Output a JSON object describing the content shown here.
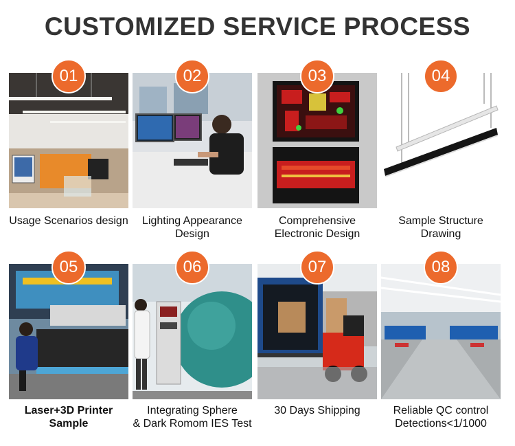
{
  "title": "CUSTOMIZED SERVICE PROCESS",
  "steps": [
    {
      "number": "01",
      "caption_lines": [
        "Usage Scenarios design"
      ],
      "image": "office-interior-with-linear-lights",
      "caption_bold": false
    },
    {
      "number": "02",
      "caption_lines": [
        "Lighting Appearance",
        "Design"
      ],
      "image": "designer-at-computer-workstation",
      "caption_bold": false
    },
    {
      "number": "03",
      "caption_lines": [
        "Comprehensive",
        "Electronic Design"
      ],
      "image": "pcb-circuit-layout",
      "caption_bold": false
    },
    {
      "number": "04",
      "caption_lines": [
        "Sample Structure",
        "Drawing"
      ],
      "image": "suspended-linear-light-samples",
      "caption_bold": false
    },
    {
      "number": "05",
      "caption_lines": [
        "Laser+3D Printer",
        "Sample"
      ],
      "image": "laser-cutting-machine",
      "caption_bold": true
    },
    {
      "number": "06",
      "caption_lines": [
        "Integrating Sphere",
        "& Dark Romom IES Test"
      ],
      "image": "integrating-sphere-lab",
      "caption_bold": false
    },
    {
      "number": "07",
      "caption_lines": [
        "30 Days Shipping"
      ],
      "image": "forklift-loading-container",
      "caption_bold": false
    },
    {
      "number": "08",
      "caption_lines": [
        "Reliable QC control",
        "Detections<1/1000"
      ],
      "image": "factory-qc-floor",
      "caption_bold": false
    }
  ],
  "colors": {
    "badge": "#ec6a2c",
    "title": "#333333"
  }
}
